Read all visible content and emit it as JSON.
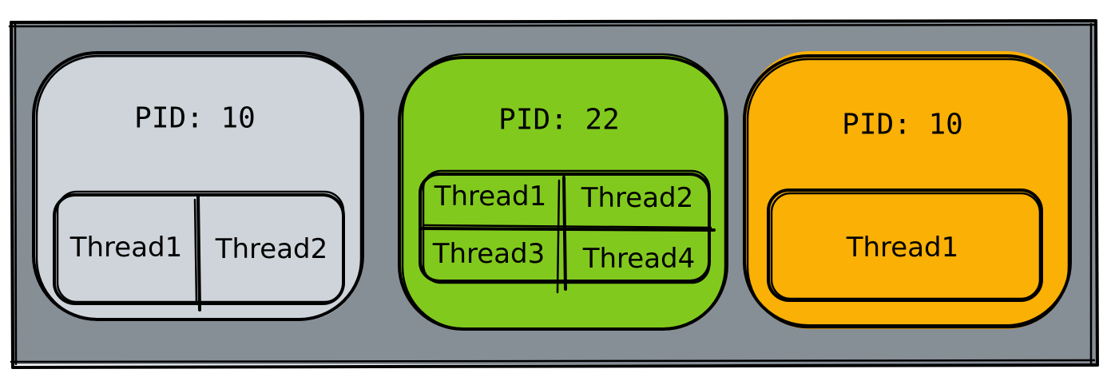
{
  "colors": {
    "background": "#ffffff",
    "container": "#868e96",
    "process_gray": "#ced4da",
    "process_green": "#82c91e",
    "process_orange": "#fab005",
    "stroke": "#000000"
  },
  "processes": [
    {
      "pid_label": "PID: 10",
      "fill": "#ced4da",
      "threads": [
        "Thread1",
        "Thread2"
      ]
    },
    {
      "pid_label": "PID: 22",
      "fill": "#82c91e",
      "threads": [
        "Thread1",
        "Thread2",
        "Thread3",
        "Thread4"
      ]
    },
    {
      "pid_label": "PID: 10",
      "fill": "#fab005",
      "threads": [
        "Thread1"
      ]
    }
  ]
}
